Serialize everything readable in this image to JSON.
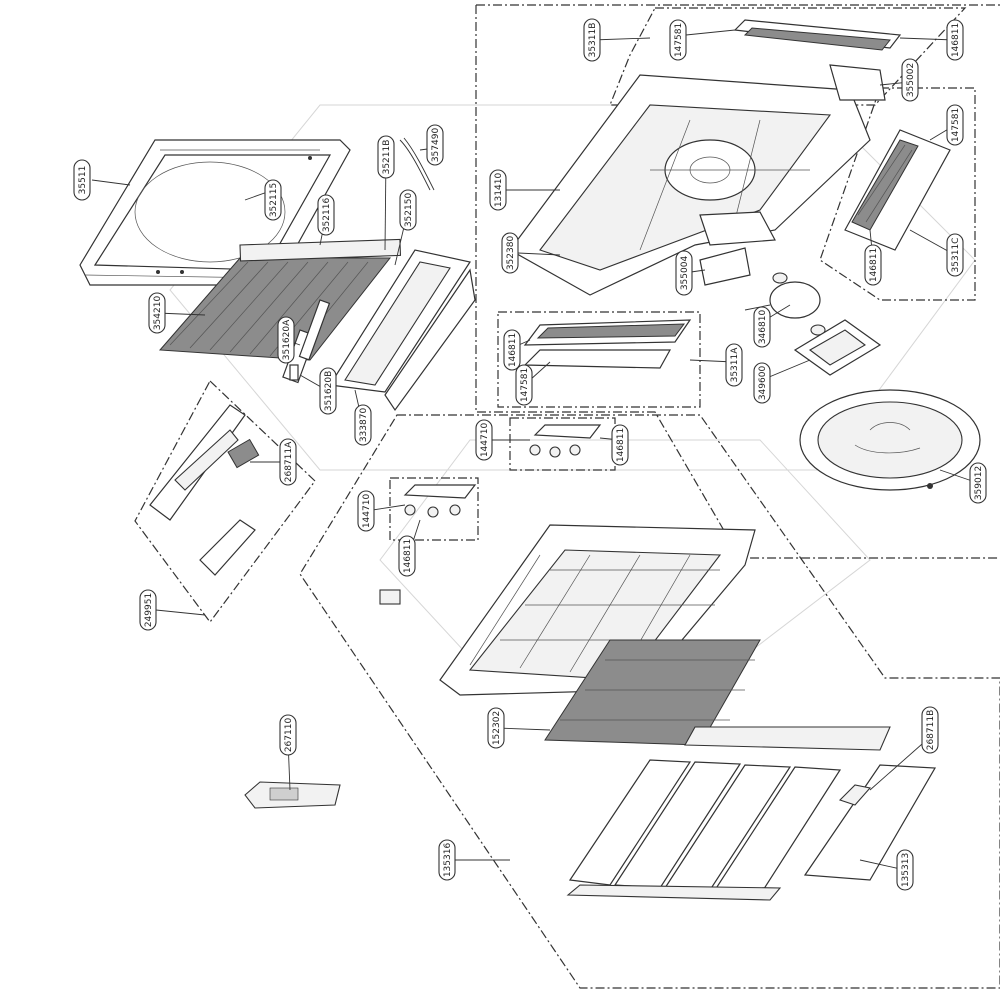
{
  "labels": {
    "p35511": "35511",
    "p352115": "352115",
    "p352116": "352116",
    "p35211b": "35211B",
    "p352150": "352150",
    "p357490": "357490",
    "p354210": "354210",
    "p351620a": "351620A",
    "p351620b": "351620B",
    "p333870": "333870",
    "p268711a": "268711A",
    "p249951": "249951",
    "p267110": "267110",
    "p35311b": "35311B",
    "p147581_top": "147581",
    "p146811_top": "146811",
    "p355002": "355002",
    "p131410": "131410",
    "p352380": "352380",
    "p147581_right": "147581",
    "p146811_right": "146811",
    "p35311c": "35311C",
    "p355004": "355004",
    "p346810": "346810",
    "p349600": "349600",
    "p35311a": "35311A",
    "p146811_left": "146811",
    "p147581_left": "147581",
    "p359012": "359012",
    "p144710_upper": "144710",
    "p146811_upper": "146811",
    "p144710_mid": "144710",
    "p146811_mid": "146811",
    "p152302": "152302",
    "p268711b": "268711B",
    "p135316": "135316",
    "p135313": "135313"
  }
}
